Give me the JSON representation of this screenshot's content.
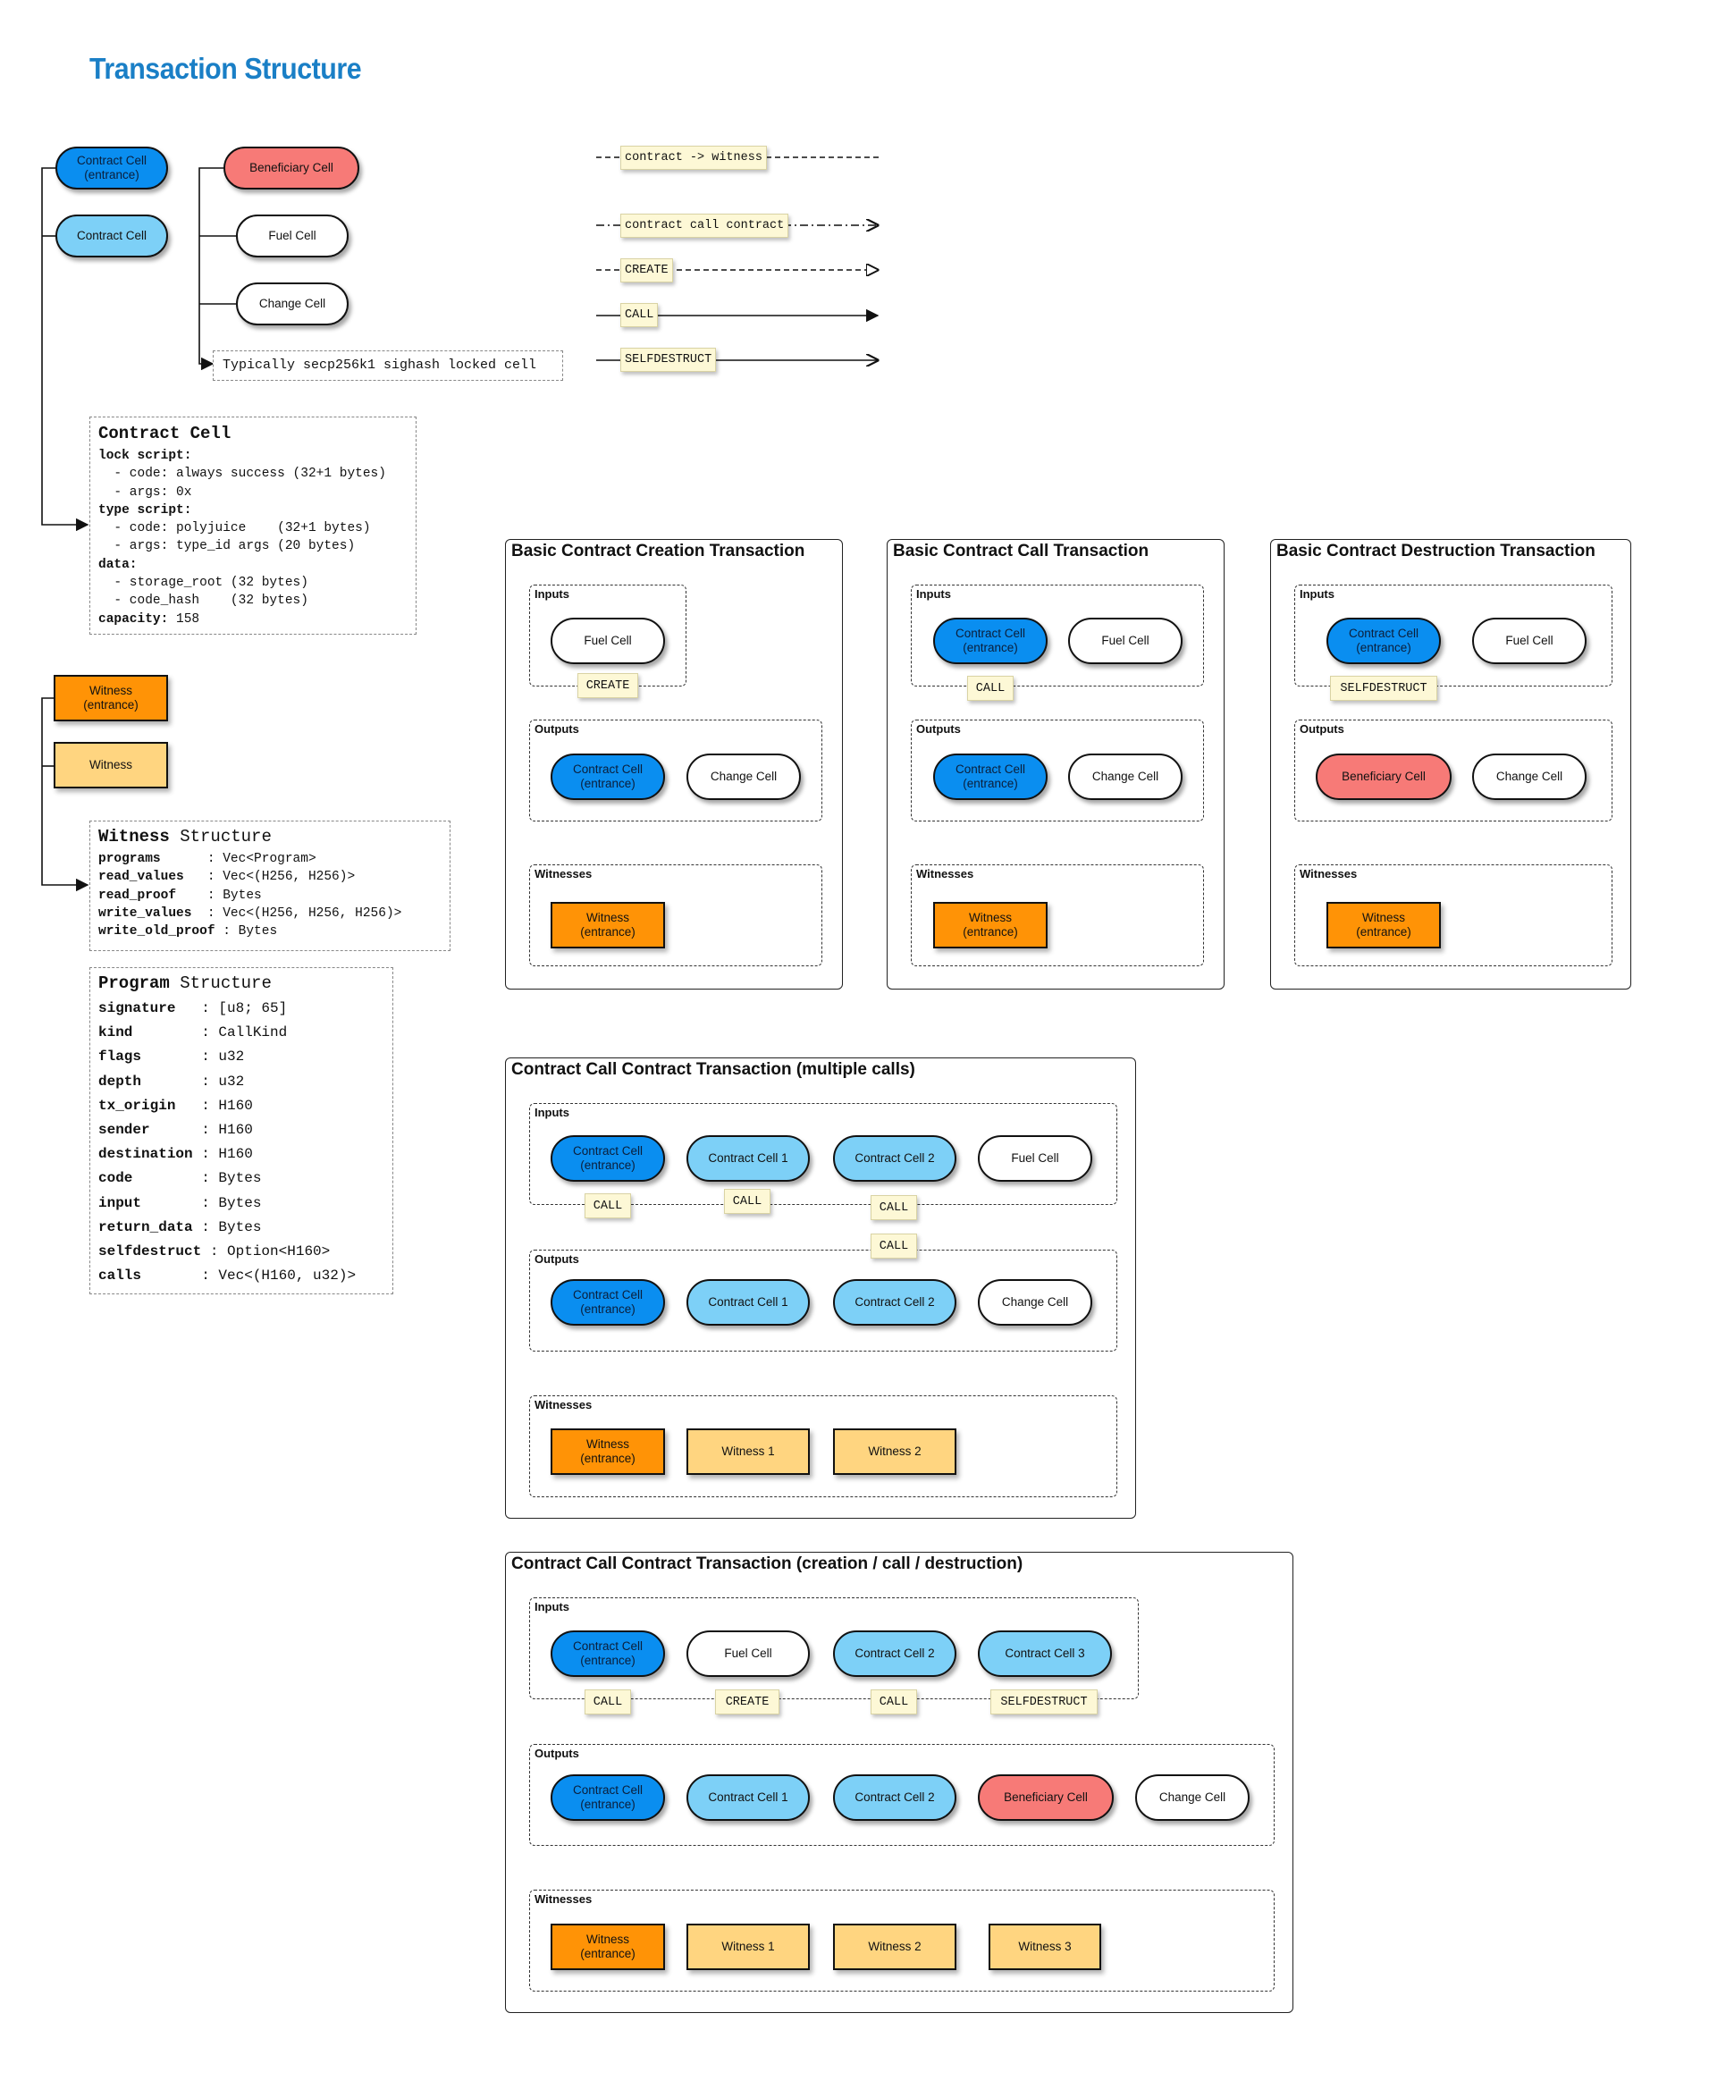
{
  "title": "Transaction Structure",
  "legend_cells": {
    "contract_entrance": "Contract Cell\n(entrance)",
    "contract": "Contract Cell",
    "beneficiary": "Beneficiary Cell",
    "fuel": "Fuel Cell",
    "change": "Change Cell",
    "secp_note": "Typically secp256k1 sighash locked cell",
    "witness_entrance": "Witness\n(entrance)",
    "witness": "Witness"
  },
  "edge_legend": {
    "witness": "contract -> witness",
    "call_contract": "contract call contract",
    "create": "CREATE",
    "call": "CALL",
    "selfdestruct": "SELFDESTRUCT"
  },
  "contract_cell_note": {
    "header": "Contract Cell",
    "lock_label": "lock script:",
    "lock_code": "  - code: always success (32+1 bytes)",
    "lock_args": "  - args: 0x",
    "type_label": "type script:",
    "type_code": "  - code: polyjuice    (32+1 bytes)",
    "type_args": "  - args: type_id args (20 bytes)",
    "data_label": "data:",
    "data_storage": "  - storage_root (32 bytes)",
    "data_code_hash": "  - code_hash    (32 bytes)",
    "capacity_label": "capacity:",
    "capacity_value": " 158"
  },
  "witness_structure": {
    "header_bold": "Witness",
    "header_rest": " Structure",
    "fields": [
      {
        "name": "programs      ",
        "type": ": Vec<Program>"
      },
      {
        "name": "read_values   ",
        "type": ": Vec<(H256, H256)>"
      },
      {
        "name": "read_proof    ",
        "type": ": Bytes"
      },
      {
        "name": "write_values  ",
        "type": ": Vec<(H256, H256, H256)>"
      },
      {
        "name": "write_old_proof",
        "type": " : Bytes"
      }
    ]
  },
  "program_structure": {
    "header_bold": "Program",
    "header_rest": " Structure",
    "fields": [
      {
        "name": "signature   ",
        "type": ": [u8; 65]"
      },
      {
        "name": "kind        ",
        "type": ": CallKind"
      },
      {
        "name": "flags       ",
        "type": ": u32"
      },
      {
        "name": "depth       ",
        "type": ": u32"
      },
      {
        "name": "tx_origin   ",
        "type": ": H160"
      },
      {
        "name": "sender      ",
        "type": ": H160"
      },
      {
        "name": "destination ",
        "type": ": H160"
      },
      {
        "name": "code        ",
        "type": ": Bytes"
      },
      {
        "name": "input       ",
        "type": ": Bytes"
      },
      {
        "name": "return_data ",
        "type": ": Bytes"
      },
      {
        "name": "selfdestruct",
        "type": " : Option<H160>"
      },
      {
        "name": "calls       ",
        "type": ": Vec<(H160, u32)>"
      }
    ]
  },
  "group_labels": {
    "inputs": "Inputs",
    "outputs": "Outputs",
    "witnesses": "Witnesses"
  },
  "creation": {
    "title": "Basic Contract Creation Transaction",
    "in_fuel": "Fuel Cell",
    "tag": "CREATE",
    "out_contract": "Contract Cell\n(entrance)",
    "out_change": "Change Cell",
    "witness": "Witness\n(entrance)"
  },
  "call": {
    "title": "Basic Contract Call Transaction",
    "in_contract": "Contract Cell\n(entrance)",
    "in_fuel": "Fuel Cell",
    "tag": "CALL",
    "out_contract": "Contract Cell\n(entrance)",
    "out_change": "Change Cell",
    "witness": "Witness\n(entrance)"
  },
  "destruction": {
    "title": "Basic Contract Destruction Transaction",
    "in_contract": "Contract Cell\n(entrance)",
    "in_fuel": "Fuel Cell",
    "tag": "SELFDESTRUCT",
    "out_beneficiary": "Beneficiary Cell",
    "out_change": "Change Cell",
    "witness": "Witness\n(entrance)"
  },
  "multi": {
    "title": "Contract Call Contract Transaction (multiple calls)",
    "in": [
      "Contract Cell\n(entrance)",
      "Contract Cell 1",
      "Contract Cell 2",
      "Fuel Cell"
    ],
    "tags": [
      "CALL",
      "CALL",
      "CALL",
      "CALL"
    ],
    "out": [
      "Contract Cell\n(entrance)",
      "Contract Cell 1",
      "Contract Cell 2",
      "Change Cell"
    ],
    "witnesses": [
      "Witness\n(entrance)",
      "Witness 1",
      "Witness 2"
    ]
  },
  "ccd": {
    "title": "Contract Call Contract Transaction (creation / call / destruction)",
    "in": [
      "Contract Cell\n(entrance)",
      "Fuel Cell",
      "Contract Cell 2",
      "Contract Cell 3"
    ],
    "tags": [
      "CALL",
      "CREATE",
      "CALL",
      "SELFDESTRUCT"
    ],
    "out": [
      "Contract Cell\n(entrance)",
      "Contract Cell 1",
      "Contract Cell 2",
      "Beneficiary Cell",
      "Change Cell"
    ],
    "witnesses": [
      "Witness\n(entrance)",
      "Witness 1",
      "Witness 2",
      "Witness 3"
    ]
  },
  "colors": {
    "title": "#1a7fc6",
    "entrance_cell": "#0a8ef0",
    "contract_cell": "#7dd0f7",
    "beneficiary_cell": "#f77a77",
    "witness_entrance": "#ff9306",
    "witness": "#ffd580",
    "tag_bg": "#fdf8d6"
  }
}
